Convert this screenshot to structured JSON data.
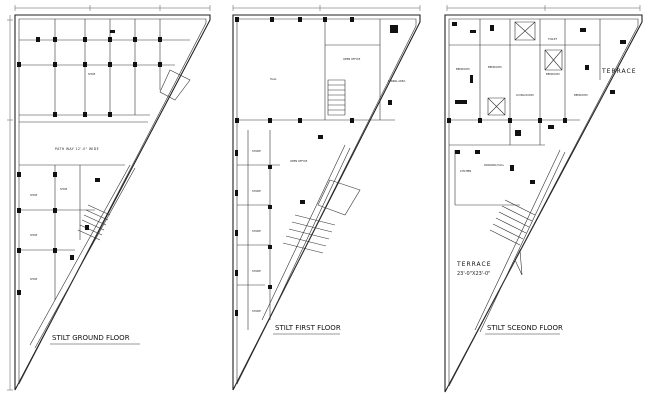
{
  "plans": [
    {
      "title": "STILT GROUND FLOOR",
      "path_label": "PATH WAY 12'-0\" WIDE",
      "rooms": [
        "SHOP",
        "SHOP",
        "SHOP",
        "SHOP",
        "SHOP"
      ]
    },
    {
      "title": "STILT FIRST FLOOR",
      "rooms": [
        "HALL",
        "OPEN OFFICE",
        "DINING AREA",
        "STORE",
        "STORE",
        "STORE",
        "STORE",
        "STORE",
        "OPEN OFFICE"
      ]
    },
    {
      "title": "STILT SCEOND FLOOR",
      "terrace_label": "TERRACE",
      "terrace_big_label": "TERRACE",
      "terrace_size": "23'-0\"X23'-0\"",
      "rooms": [
        "BEDROOM",
        "BEDROOM",
        "BEDROOM",
        "LIVING ROOM",
        "BEDROOM",
        "DRAWING HALL",
        "KITCHEN",
        "TOILET"
      ]
    }
  ]
}
